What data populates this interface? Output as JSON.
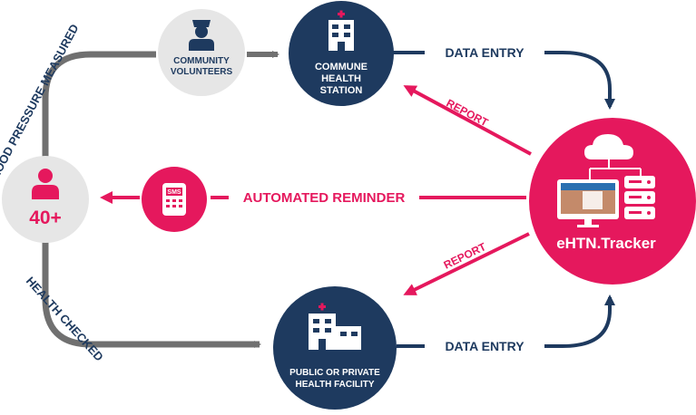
{
  "nodes": {
    "person": {
      "label": "40+",
      "icon": "person-icon"
    },
    "volunteers": {
      "line1": "COMMUNITY",
      "line2": "VOLUNTEERS",
      "icon": "nurse-icon"
    },
    "commune": {
      "line1": "COMMUNE",
      "line2": "HEALTH",
      "line3": "STATION",
      "icon": "hospital-icon"
    },
    "tracker": {
      "label": "eHTN.Tracker",
      "icon": "cloud-server-icon"
    },
    "sms": {
      "label": "SMS",
      "icon": "phone-sms-icon"
    },
    "facility": {
      "line1": "PUBLIC OR PRIVATE",
      "line2": "HEALTH FACILITY",
      "icon": "hospital-building-icon"
    }
  },
  "edges": {
    "bp_measured": "BLOOD PRESSURE MEASURED",
    "health_checked": "HEALTH CHECKED",
    "data_entry_top": "DATA ENTRY",
    "data_entry_bottom": "DATA ENTRY",
    "report_top": "REPORT",
    "report_bottom": "REPORT",
    "reminder": "AUTOMATED REMINDER"
  },
  "colors": {
    "navy": "#1e3a5f",
    "pink": "#e5185d",
    "gray": "#707070",
    "light_gray": "#e6e6e6"
  }
}
